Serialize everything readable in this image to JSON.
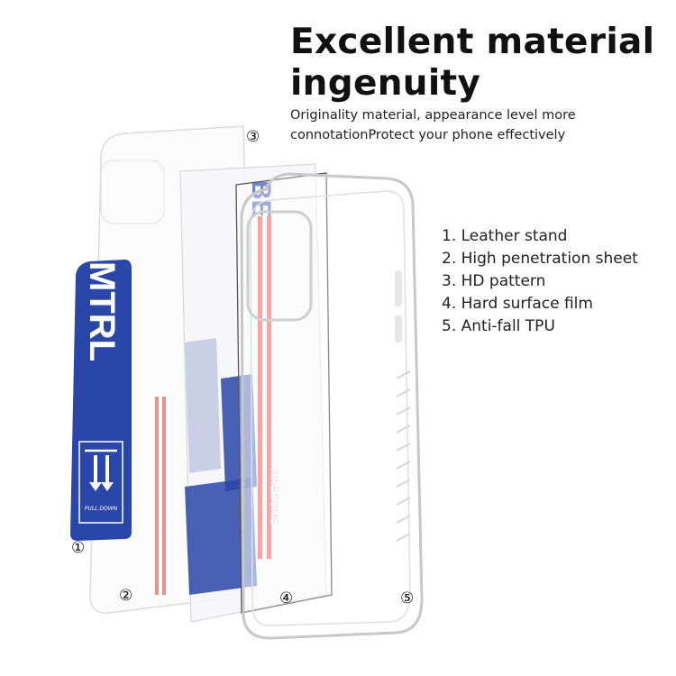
{
  "header": {
    "title_line1": "Excellent material",
    "title_line2": "ingenuity",
    "subtitle_line1": "Originality material, appearance level more",
    "subtitle_line2": "connotationProtect your phone effectively"
  },
  "layers": [
    {
      "marker": "①",
      "label": "1. Leather stand"
    },
    {
      "marker": "②",
      "label": "2. High penetration sheet"
    },
    {
      "marker": "③",
      "label": "3. HD pattern"
    },
    {
      "marker": "④",
      "label": "4. Hard surface film"
    },
    {
      "marker": "⑤",
      "label": "5. Anti-fall TPU"
    }
  ],
  "artwork": {
    "stand_text": "MTRL",
    "pull_text": "PULL DOWN",
    "pattern_text": "BE",
    "pattern_side_text": "AWESOME"
  },
  "colors": {
    "brand_blue": "#2a46a8",
    "stripe_red": "#e0403a",
    "outline_gray": "#c8c8c8"
  }
}
